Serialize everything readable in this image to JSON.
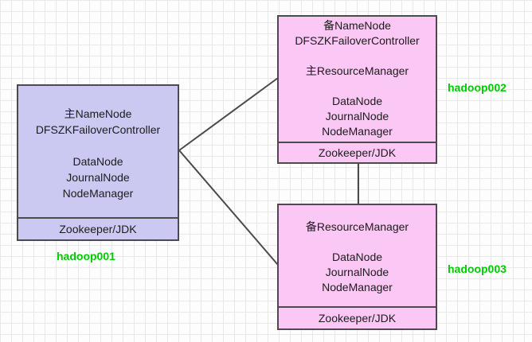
{
  "colors": {
    "node1_fill": "#cbc9f2",
    "node2_fill": "#fbc7f5",
    "border": "#4b4b4b",
    "host_label": "#00cc00"
  },
  "nodes": [
    {
      "lines": [
        "主NameNode",
        "DFSZKFailoverController",
        "",
        "DataNode",
        "JournalNode",
        "NodeManager"
      ],
      "footer": "Zookeeper/JDK",
      "label": "hadoop001"
    },
    {
      "lines": [
        "备NameNode",
        "DFSZKFailoverController",
        "",
        "主ResourceManager",
        "",
        "DataNode",
        "JournalNode",
        "NodeManager"
      ],
      "footer": "Zookeeper/JDK",
      "label": "hadoop002"
    },
    {
      "lines": [
        "备ResourceManager",
        "",
        "DataNode",
        "JournalNode",
        "NodeManager"
      ],
      "footer": "Zookeeper/JDK",
      "label": "hadoop003"
    }
  ]
}
